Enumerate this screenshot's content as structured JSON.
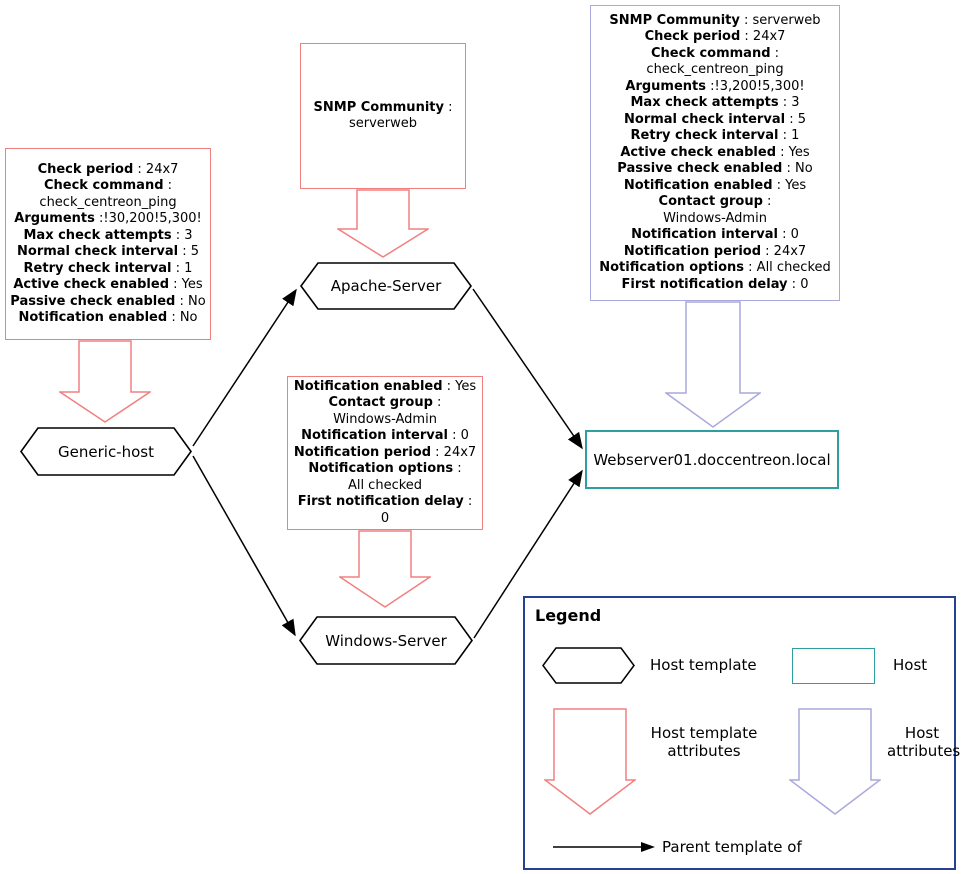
{
  "colors": {
    "template_attr": "#f08080",
    "host_attr": "#a9a9dc",
    "host_border": "#2f9e9e",
    "legend_border": "#26418f"
  },
  "nodes": {
    "generic_host": "Generic-host",
    "apache_server": "Apache-Server",
    "windows_server": "Windows-Server",
    "webserver": "Webserver01.doccentreon.local"
  },
  "attribute_boxes": {
    "generic_host": {
      "lines": [
        {
          "b": "Check period",
          "t": " : 24x7"
        },
        {
          "b": "Check command",
          "t": " :"
        },
        {
          "b": "",
          "t": "check_centreon_ping"
        },
        {
          "b": "Arguments",
          "t": " :!30,200!5,300!"
        },
        {
          "b": "Max check attempts",
          "t": " : 3"
        },
        {
          "b": "Normal check interval",
          "t": " : 5"
        },
        {
          "b": "Retry check interval",
          "t": " : 1"
        },
        {
          "b": "Active check enabled",
          "t": " : Yes"
        },
        {
          "b": "Passive check enabled",
          "t": " : No"
        },
        {
          "b": "Notification enabled",
          "t": " : No"
        }
      ]
    },
    "apache_server": {
      "lines": [
        {
          "b": "SNMP Community",
          "t": " :"
        },
        {
          "b": "",
          "t": "serverweb"
        }
      ]
    },
    "windows_server": {
      "lines": [
        {
          "b": "Notification enabled",
          "t": " : Yes"
        },
        {
          "b": "Contact group",
          "t": " :"
        },
        {
          "b": "",
          "t": "Windows-Admin"
        },
        {
          "b": "Notification interval",
          "t": " : 0"
        },
        {
          "b": "Notification period",
          "t": " : 24x7"
        },
        {
          "b": "Notification options",
          "t": " :"
        },
        {
          "b": "",
          "t": "All checked"
        },
        {
          "b": "First notification delay",
          "t": " : 0"
        }
      ]
    },
    "webserver": {
      "lines": [
        {
          "b": "SNMP Community",
          "t": " : serverweb"
        },
        {
          "b": "Check period",
          "t": " : 24x7"
        },
        {
          "b": "Check command",
          "t": " :"
        },
        {
          "b": "",
          "t": "check_centreon_ping"
        },
        {
          "b": "Arguments",
          "t": " :!3,200!5,300!"
        },
        {
          "b": "Max check attempts",
          "t": " : 3"
        },
        {
          "b": "Normal check interval",
          "t": " : 5"
        },
        {
          "b": "Retry check interval",
          "t": " : 1"
        },
        {
          "b": "Active check enabled",
          "t": " : Yes"
        },
        {
          "b": "Passive check enabled",
          "t": " : No"
        },
        {
          "b": "Notification enabled",
          "t": " : Yes"
        },
        {
          "b": "Contact group",
          "t": " :"
        },
        {
          "b": "",
          "t": "Windows-Admin"
        },
        {
          "b": "Notification interval",
          "t": " : 0"
        },
        {
          "b": "Notification period",
          "t": " : 24x7"
        },
        {
          "b": "Notification options",
          "t": " : All checked"
        },
        {
          "b": "First notification delay",
          "t": " : 0"
        }
      ]
    }
  },
  "legend": {
    "title": "Legend",
    "host_template_label": "Host template",
    "host_label": "Host",
    "host_template_attributes_label": "Host template attributes",
    "host_attributes_label": "Host attributes",
    "parent_template_label": "Parent template of"
  }
}
